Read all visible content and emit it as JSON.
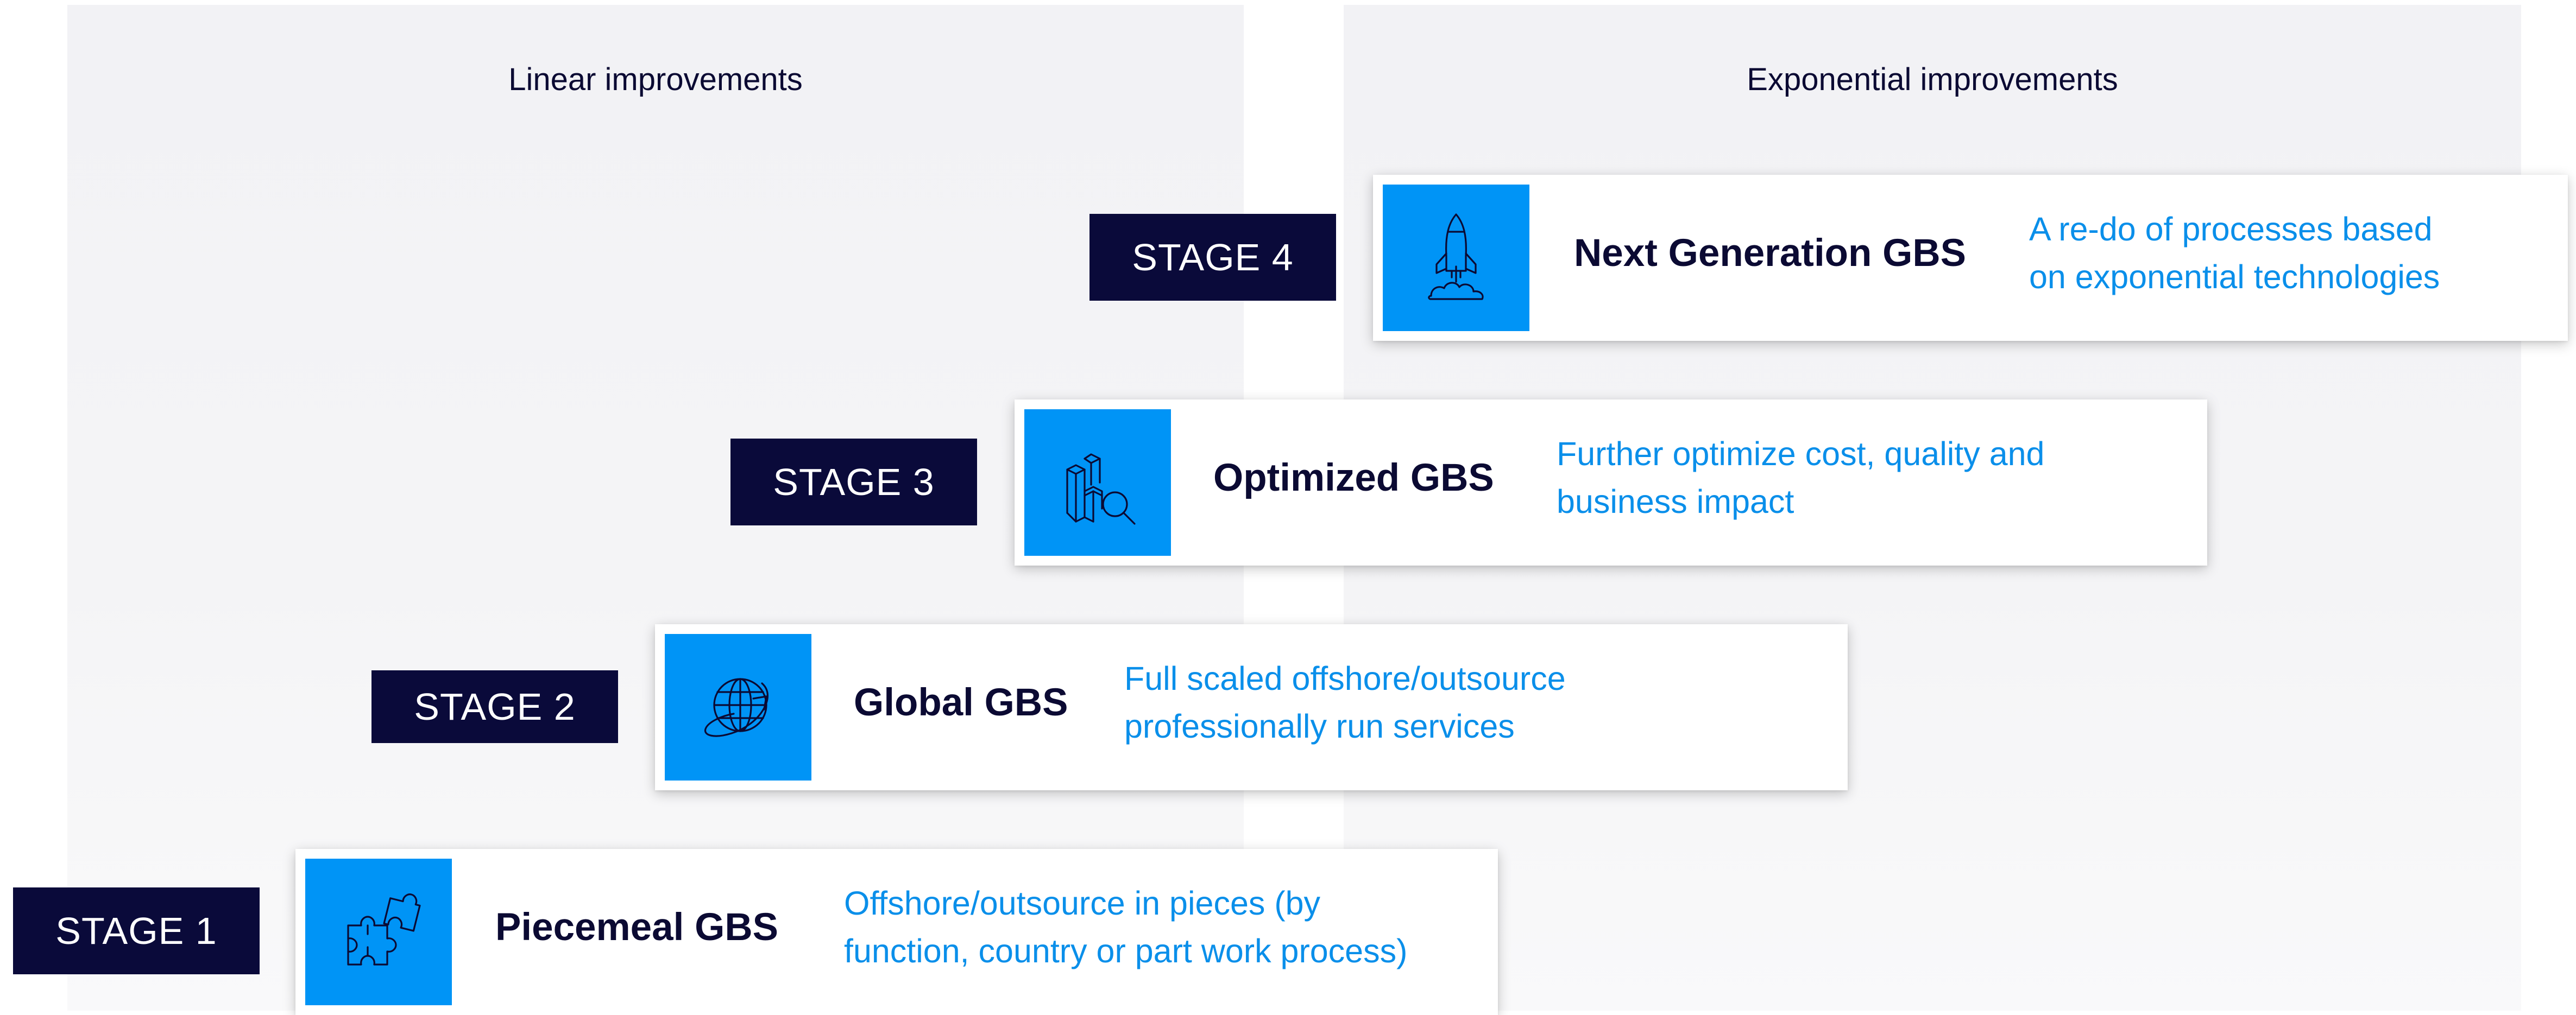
{
  "panels": {
    "left_heading": "Linear improvements",
    "right_heading": "Exponential improvements"
  },
  "colors": {
    "navy": "#0a0a3a",
    "accent_blue": "#0094f6",
    "description_blue": "#0a8fea",
    "panel_grey": "#f3f3f5"
  },
  "stages": [
    {
      "tag": "STAGE 1",
      "title": "Piecemeal GBS",
      "description_line1": "Offshore/outsource in pieces (by",
      "description_line2": "function, country or part work process)",
      "icon": "puzzle-icon"
    },
    {
      "tag": "STAGE 2",
      "title": "Global GBS",
      "description_line1": "Full scaled offshore/outsource",
      "description_line2": "professionally run services",
      "icon": "globe-icon"
    },
    {
      "tag": "STAGE 3",
      "title": "Optimized GBS",
      "description_line1": "Further optimize cost, quality and",
      "description_line2": "business impact",
      "icon": "bar-chart-magnifier-icon"
    },
    {
      "tag": "STAGE 4",
      "title": "Next Generation GBS",
      "description_line1": "A re-do of processes based",
      "description_line2": "on exponential technologies",
      "icon": "rocket-icon"
    }
  ]
}
